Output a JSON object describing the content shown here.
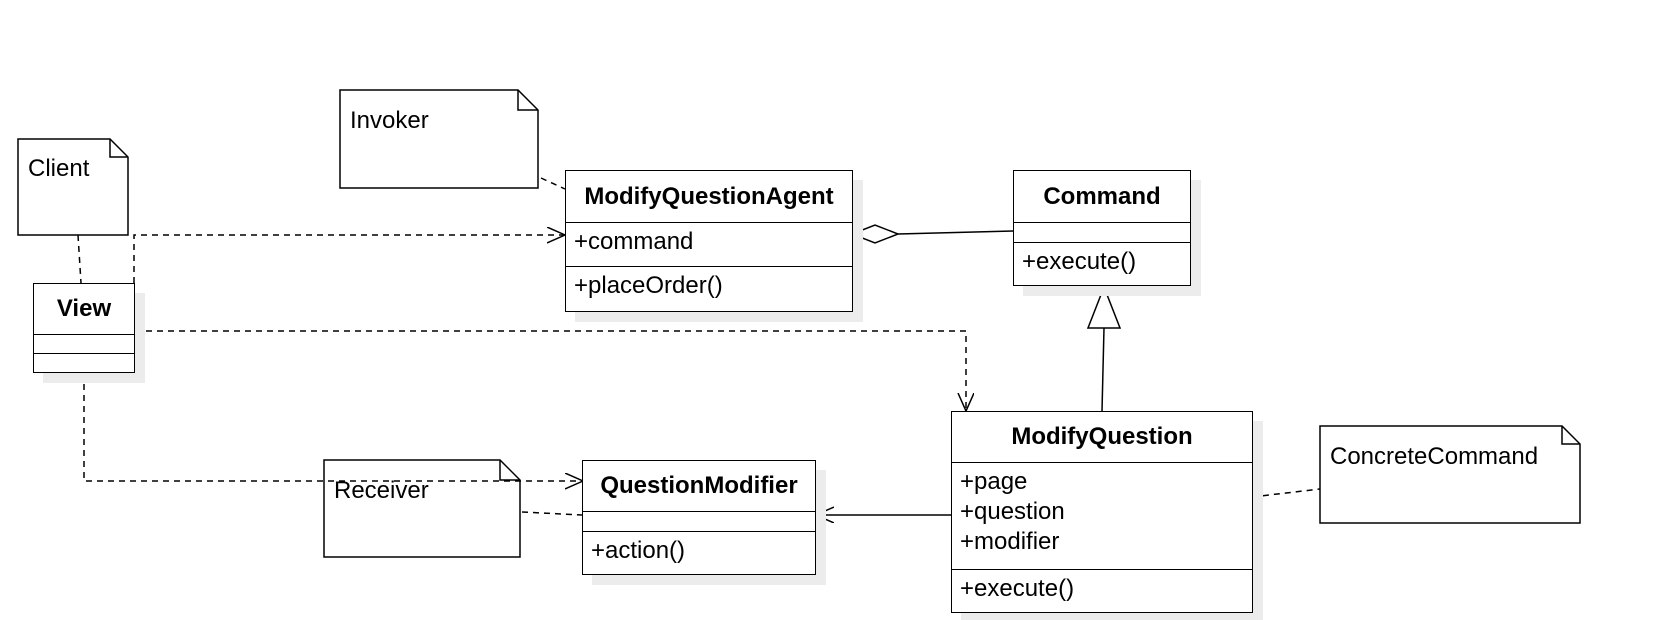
{
  "classes": {
    "agent": {
      "name": "ModifyQuestionAgent",
      "attrs": [
        "+command"
      ],
      "ops": [
        "+placeOrder()"
      ]
    },
    "command": {
      "name": "Command",
      "attrs": [],
      "ops": [
        "+execute()"
      ]
    },
    "view": {
      "name": "View",
      "attrs": [],
      "ops": []
    },
    "modify_question": {
      "name": "ModifyQuestion",
      "attrs": [
        "+page",
        "+question",
        "+modifier"
      ],
      "ops": [
        "+execute()"
      ]
    },
    "question_modifier": {
      "name": "QuestionModifier",
      "attrs": [],
      "ops": [
        "+action()"
      ]
    }
  },
  "notes": {
    "client": "Client",
    "invoker": "Invoker",
    "receiver": "Receiver",
    "concrete_command": "ConcreteCommand"
  }
}
